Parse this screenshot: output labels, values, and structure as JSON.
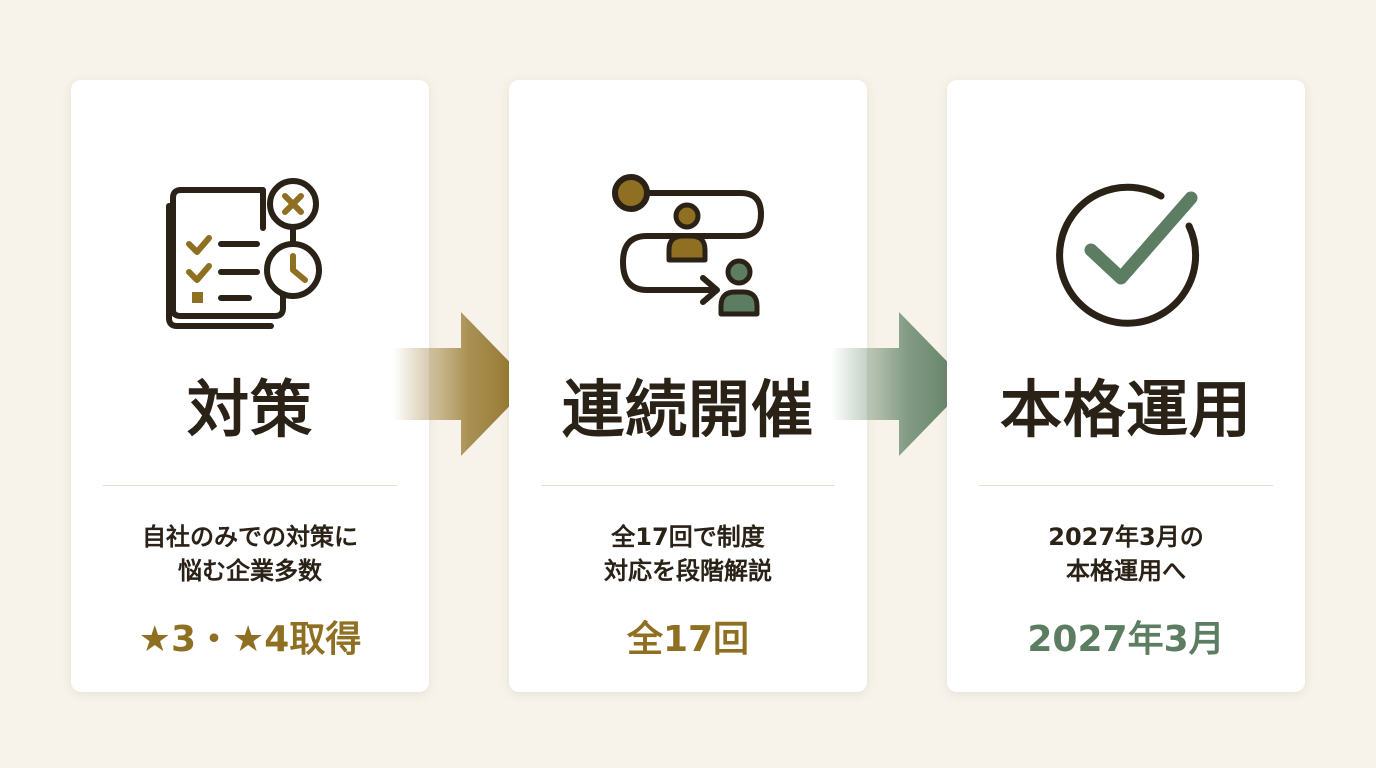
{
  "colors": {
    "background": "#f7f3ea",
    "card": "#ffffff",
    "dark": "#2a2117",
    "gold": "#8f6f22",
    "green": "#5c7d62"
  },
  "steps": [
    {
      "icon": "checklist-clock-x-icon",
      "title": "対策",
      "desc": [
        "自社のみでの対策に",
        "悩む企業多数"
      ],
      "highlight": "★3・★4取得",
      "highlight_color": "#8f6f22"
    },
    {
      "icon": "path-people-route-icon",
      "title": "連続開催",
      "desc": [
        "全17回で制度",
        "対応を段階解説"
      ],
      "highlight": "全17回",
      "highlight_color": "#8f6f22"
    },
    {
      "icon": "check-circle-icon",
      "title": "本格運用",
      "desc": [
        "2027年3月の",
        "本格運用へ"
      ],
      "highlight": "2027年3月",
      "highlight_color": "#5c7d62"
    }
  ],
  "arrows": [
    {
      "icon": "arrow-right-icon",
      "color": "#8f6f22"
    },
    {
      "icon": "arrow-right-icon",
      "color": "#5c7d62"
    }
  ]
}
